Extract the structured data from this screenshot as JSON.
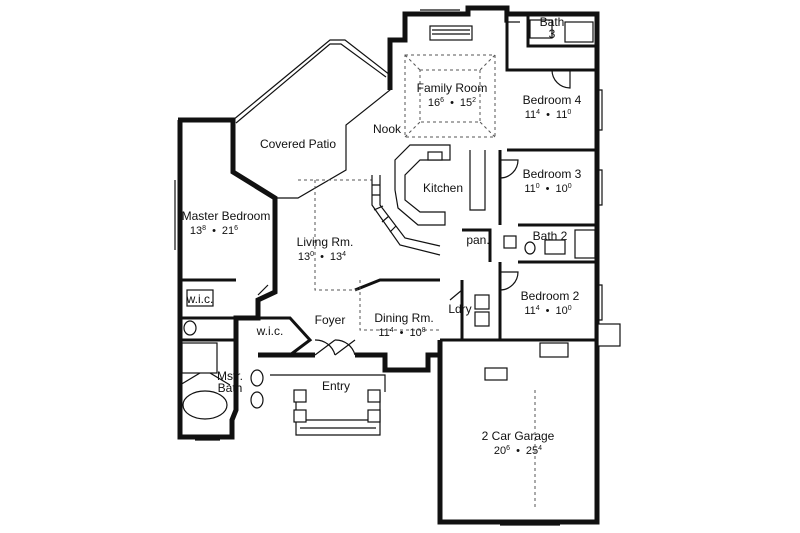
{
  "rooms": {
    "bath3": {
      "name": "Bath",
      "num": "3"
    },
    "family": {
      "name": "Family Room",
      "w": "16",
      "wi": "6",
      "d": "15",
      "di": "2"
    },
    "bed4": {
      "name": "Bedroom 4",
      "w": "11",
      "wi": "4",
      "d": "11",
      "di": "0"
    },
    "nook": {
      "name": "Nook"
    },
    "patio": {
      "name": "Covered Patio"
    },
    "bed3": {
      "name": "Bedroom 3",
      "w": "11",
      "wi": "0",
      "d": "10",
      "di": "0"
    },
    "kitchen": {
      "name": "Kitchen"
    },
    "master": {
      "name": "Master Bedroom",
      "w": "13",
      "wi": "8",
      "d": "21",
      "di": "6"
    },
    "living": {
      "name": "Living Rm.",
      "w": "13",
      "wi": "0",
      "d": "13",
      "di": "4"
    },
    "pan": {
      "name": "pan."
    },
    "bath2": {
      "name": "Bath 2"
    },
    "wic1": {
      "name": "w.i.c."
    },
    "bed2": {
      "name": "Bedroom 2",
      "w": "11",
      "wi": "4",
      "d": "10",
      "di": "0"
    },
    "ldry": {
      "name": "Ldry"
    },
    "wic2": {
      "name": "w.i.c."
    },
    "foyer": {
      "name": "Foyer"
    },
    "dining": {
      "name": "Dining Rm.",
      "w": "11",
      "wi": "4",
      "d": "10",
      "di": "8"
    },
    "mbath": {
      "name1": "Mstr.",
      "name2": "Bath"
    },
    "entry": {
      "name": "Entry"
    },
    "garage": {
      "name": "2 Car Garage",
      "w": "20",
      "wi": "6",
      "d": "25",
      "di": "4"
    }
  },
  "dim_separator": "•"
}
